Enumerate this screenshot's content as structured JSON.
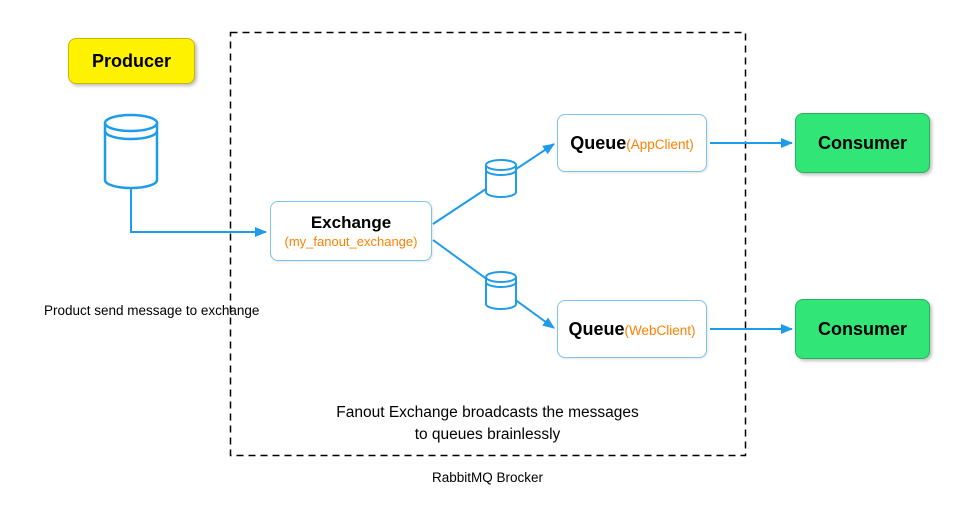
{
  "diagram": {
    "producer": {
      "label": "Producer",
      "icon": "database-icon"
    },
    "producer_note": "Product send message to exchange",
    "broker": {
      "label": "RabbitMQ Brocker",
      "exchange": {
        "label": "Exchange",
        "sublabel": "(my_fanout_exchange)"
      },
      "queues": [
        {
          "label": "Queue",
          "sublabel": "(AppClient)",
          "icon": "database-icon"
        },
        {
          "label": "Queue",
          "sublabel": "(WebClient)",
          "icon": "database-icon"
        }
      ],
      "caption_line1": "Fanout Exchange broadcasts the messages",
      "caption_line2": "to queues brainlessly"
    },
    "consumers": [
      {
        "label": "Consumer"
      },
      {
        "label": "Consumer"
      }
    ],
    "colors": {
      "producer_fill": "#FFF200",
      "producer_border": "#C8B900",
      "consumer_fill": "#31E577",
      "node_border_blue": "#7EC2F0",
      "arrow_blue": "#1E9BE9",
      "accent_orange": "#FF8000"
    }
  }
}
